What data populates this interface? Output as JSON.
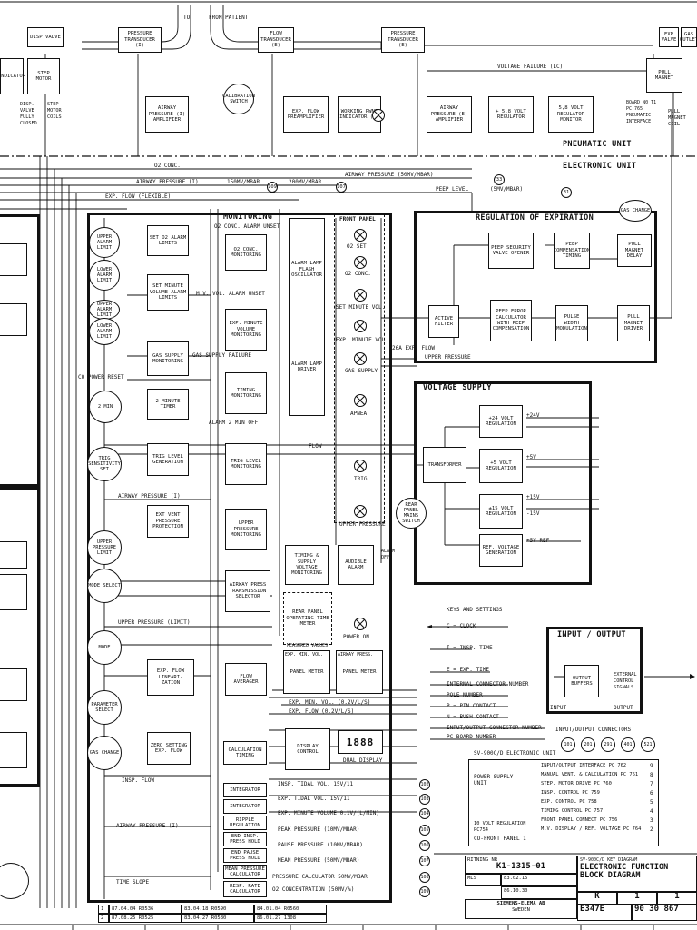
{
  "header": {
    "to_from_patient": [
      "TO",
      "FROM PATIENT"
    ],
    "disp_valve": "DISP VALVE",
    "pressure_transducer_top": "PRESSURE TRANSDUCER (I)",
    "flow_transducer": "FLOW TRANSDUCER (E)",
    "pressure_transducer_right": "PRESSURE TRANSDUCER (E)",
    "exp_valve": "EXP VALVE",
    "gas_outlet": "GAS OUTLET",
    "pull_magnet": "PULL MAGNET",
    "pull_magnet_coil": "PULL MAGNET COIL",
    "voltage_failure": "VOLTAGE FAILURE (LC)",
    "board_text": "BOARD N0 T1 PC 765 PNEUMATIC INTERFACE"
  },
  "pneumatic": {
    "indicator": "INDICATOR",
    "step_motor": "STEP MOTOR",
    "disp_valve_fully_closed": "DISP. VALVE FULLY CLOSED",
    "step_motor_coils": "STEP MOTOR COILS",
    "airway_pressure_amp_i": "AIRWAY PRESSURE (I) AMPLIFIER",
    "calibration_switch": "CALIBRATION SWITCH",
    "exp_flow_preamp": "EXP. FLOW PREAMPLIFIER",
    "working_pwnt_indicator": "WORKING PWNT INDICATOR (E)",
    "airway_pressure_amp_e": "AIRWAY PRESSURE (E) AMPLIFIER",
    "regulator_58": "+ 5,8 VOLT REGULATOR",
    "regulator_monitor_58": "5,8 VOLT REGULATOR MONITOR",
    "unit_label": "PNEUMATIC UNIT"
  },
  "electronic_unit": {
    "unit_label": "ELECTRONIC UNIT",
    "bus_labels": [
      "O2 CONC.",
      "AIRWAY PRESSURE (50mV/mbar)",
      "AIRWAY PRESSURE (I)",
      "150mV/mbar",
      "200mV/mbar",
      "PEEP LEVEL",
      "(5mV/mbar)",
      "EXP. FLOW (FLEXIBLE)"
    ],
    "bus_refs": [
      "33",
      "109",
      "107",
      "31"
    ]
  },
  "monitoring": {
    "title": "MONITORING",
    "subtitle": "O2 CONC. ALARM UNSET",
    "upper_alarm_limit": "UPPER ALARM LIMIT",
    "lower_alarm_limit": "LOWER ALARM LIMIT",
    "set_o2_alarm_limits": "SET O2 ALARM LIMITS",
    "o2_conc_monitoring": "O2 CONC. MONITORING",
    "set_minute_volume_alarm_limits": "SET MINUTE VOLUME ALARM LIMITS",
    "mv_alarm_unset": "M.V. VOL. ALARM UNSET",
    "upper_alarm_limit_2": "UPPER ALARM LIMIT",
    "lower_alarm_limit_2": "LOWER ALARM LIMIT",
    "exp_minute_volume_monitoring": "EXP. MINUTE VOLUME MONITORING",
    "gas_supply_monitoring": "GAS SUPPLY MONITORING",
    "gas_supply_failure": "GAS SUPPLY FAILURE",
    "two_minute_timer": "2 MINUTE TIMER",
    "co_power_reset": "CO POWER RESET",
    "two_min": "2 MIN",
    "timing_monitoring": "TIMING MONITORING",
    "alarm_lamp_flash": "ALARM LAMP FLASH OSCILLATOR",
    "alarm_lamp_driver": "ALARM LAMP DRIVER",
    "front_panel": "FRONT PANEL",
    "lamps": [
      "O2 SET",
      "O2 CONC.",
      "SET MINUTE VOL.",
      "EXP. MINUTE VOL.",
      "GAS SUPPLY",
      "APNEA",
      "TRIG",
      "UPPER PRESSURE"
    ],
    "alarm_2_min": "ALARM 2 MIN OFF",
    "monitoring_flow_lamp": "FLOW"
  },
  "trigger": {
    "trig_sensitivity_set": "TRIG SENSITIVITY SET",
    "trig_level_generation": "TRIG LEVEL GENERATION",
    "trig_level_monitoring": "TRIG LEVEL MONITORING",
    "airway_pressure_i": "AIRWAY PRESSURE (I)",
    "ext_vent_pressure_protection": "EXT VENT PRESSURE PROTECTION",
    "upper_pressure_limit": "UPPER PRESSURE LIMIT",
    "upper_pressure_monitoring": "UPPER PRESSURE MONITORING",
    "mode_select": "MODE SELECT",
    "airway_press_transmission_selector": "AIRWAY PRESS TRANSMISSION SELECTOR",
    "upper_pressure_limit_line": "UPPER PRESSURE (LIMIT)",
    "timing_supply_voltage_monitoring": "TIMING & SUPPLY VOLTAGE MONITORING",
    "audible_alarm": "AUDIBLE ALARM",
    "rear_panel": "REAR PANEL",
    "operating_time_meter": "OPERATING TIME METER",
    "power_on": "POWER ON",
    "alarm_off": "ALARM OFF",
    "measured_values": "MEASURED VALUES",
    "exp_flow_linearization": "EXP. FLOW LINEARI- ZATION",
    "flow_averager": "FLOW AVERAGER",
    "panel_meter_1": "PANEL METER",
    "panel_meter_2": "PANEL METER",
    "airway_press": "AIRWAY PRESS.",
    "exp_min_vol": "EXP. MIN. VOL.",
    "parameter_select": "PARAMETER SELECT",
    "zero_setting_exp_flow": "ZERO SETTING EXP. FLOW",
    "gas_change": "GAS CHANGE",
    "calculation_timing": "CALCULATION TIMING",
    "integrator_1": "INTEGRATOR",
    "integrator_2": "INTEGRATOR",
    "ripple_regulation": "RIPPLE REGULATION",
    "end_insp_press_hold": "END INSP. PRESS HOLD",
    "end_pause_press_hold": "END PAUSE PRESS HOLD",
    "mean_pressure_calculator": "MEAN PRESSURE CALCULATOR",
    "resp_rate_calculator": "RESP. RATE CALCULATOR",
    "display_control": "DISPLAY CONTROL",
    "display_digits": "1888",
    "dual_display": "DUAL DISPLAY",
    "mode": "MODE",
    "insp_flow": "INSP. FLOW",
    "time_slope": "TIME SLOPE",
    "airway_pressure_line": "AIRWAY PRESSURE (I)",
    "exp_flow_line": "EXP. FLOW",
    "outputs": [
      "INSP. TIDAL VOL. 15V/11",
      "EXP. TIDAL VOL. 15V/11",
      "EXP. MINUTE VOLUME 0.1V/(l/min)",
      "PEAK PRESSURE (10mV/mbar)",
      "PAUSE PRESSURE (10mV/mbar)",
      "MEAN PRESSURE (50mV/mbar)",
      "PRESSURE CALCULATOR 50mV/mbar",
      "O2 CONCENTRATION (50mV/%)"
    ],
    "output_refs": [
      "102",
      "103",
      "104",
      "105",
      "106",
      "107",
      "108",
      "109"
    ],
    "exp_min_vol_out": "EXP. MIN. VOL. (0.2V/l/s)",
    "exp_flow_out": "EXP. FLOW (0.2V/l/s)"
  },
  "regulation": {
    "title": "REGULATION OF EXPIRATION",
    "gas_change": "GAS CHANGE",
    "peep_security_valve_opener": "PEEP SECURITY VALVE OPENER",
    "peep_compensation_timing": "PEEP COMPENSATION TIMING",
    "pull_magnet_delay": "PULL MAGNET DELAY",
    "active_filter": "ACTIVE FILTER",
    "peep_error_calculator": "PEEP ERROR CALCULATOR WITH PEEP COMPENSATION",
    "pulse_width_modulation": "PULSE WIDTH MODULATION",
    "pull_magnet_driver": "PULL MAGNET DRIVER",
    "exp_flow": "26A EXP. FLOW",
    "upper_pressure": "UPPER PRESSURE"
  },
  "voltage_supply": {
    "title": "VOLTAGE SUPPLY",
    "regulators": [
      "+24 VOLT REGULATION",
      "+5 VOLT REGULATION",
      "±15 VOLT REGULATION",
      "REF. VOLTAGE GENERATION"
    ],
    "transformer": "TRANSFORMER",
    "main_switch": "REAR PANEL MAINS SWITCH",
    "voltages": [
      "+24V",
      "+5V",
      "+15V",
      "-15V",
      "+5V REF"
    ]
  },
  "legend": {
    "keys_title": "KEYS AND SETTINGS",
    "clock": "C = CLOCK",
    "insp_time": "I = INSP. TIME",
    "exp_time": "E = EXP. TIME",
    "internal_connector": "INTERNAL CONNECTOR NUMBER",
    "pole_number": "POLE NUMBER",
    "pin_contact": "P = PIN CONTACT",
    "bush_contact": "N = BUSH CONTACT",
    "io_connector": "INPUT/OUTPUT CONNECTOR NUMBER",
    "pc_board": "PC-BOARD NUMBER"
  },
  "io": {
    "title": "INPUT / OUTPUT",
    "output_buffers": "OUTPUT BUFFERS",
    "external_control_signals": "EXTERNAL CONTROL SIGNALS",
    "input": "INPUT",
    "output": "OUTPUT",
    "connectors": "INPUT/OUTPUT CONNECTORS",
    "connector_refs": [
      "101",
      "201",
      "291",
      "401",
      "521"
    ]
  },
  "board_key": {
    "title": "SV-900C/D ELECTRONIC UNIT",
    "power_supply": "POWER SUPPLY UNIT",
    "volt_regulation": "10 VOLT REGULATION PC754",
    "front_panel": "CO-FRONT PANEL 1",
    "rows": [
      "INPUT/OUTPUT INTERFACE PC 762",
      "MANUAL VENT. & CALCULATION PC 761",
      "STEP. MOTOR DRIVE PC 760",
      "INSP. CONTROL PC 759",
      "EXP. CONTROL PC 758",
      "TIMING CONTROL PC 757",
      "FRONT PANEL CONNECT PC 756",
      "M.V. DISPLAY / REF. VOLTAGE PC 764"
    ],
    "row_nums": [
      "9",
      "8",
      "7",
      "6",
      "5",
      "4",
      "3",
      "2"
    ]
  },
  "title_block": {
    "drawing_no_label": "RITNING NR",
    "drawing_no": "K1-1315-01",
    "drawn_by": "MLS",
    "date_1": "83.02.15",
    "approved": "86.10.30",
    "type_text": "SV-900C/D KEY DIAGRAM",
    "title": "ELECTRONIC FUNCTION BLOCK DIAGRAM",
    "scale": "K",
    "sheet": "1",
    "of": "1",
    "company": "SIEMENS-ELEMA AB",
    "country": "SWEDEN",
    "doc_no": "E347E",
    "article_no": "90 30 867",
    "rev_rows": [
      [
        "1",
        "87.04.04 R0536",
        "83.04.18 R0590",
        "84.01.04 R0560"
      ],
      [
        "2",
        "87.08.25 R0525",
        "83.04.27 R0580",
        "86.01.27 1308"
      ]
    ]
  }
}
